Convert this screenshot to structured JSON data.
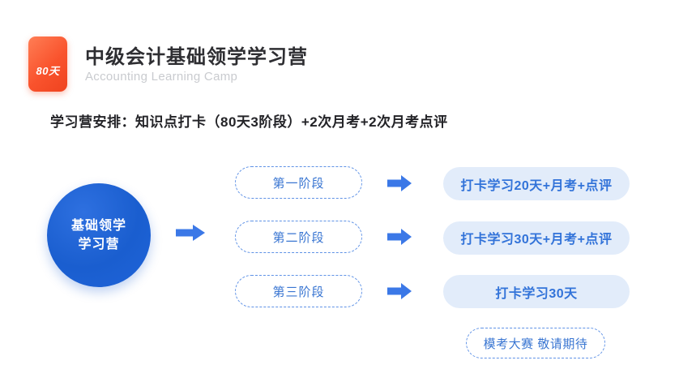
{
  "header": {
    "badge_label": "80天",
    "title": "中级会计基础领学学习营",
    "subtitle": "Accounting Learning Camp"
  },
  "intro": "学习营安排：知识点打卡（80天3阶段）+2次月考+2次月考点评",
  "diagram": {
    "camp": {
      "line1": "基础领学",
      "line2": "学习营"
    },
    "stages": [
      {
        "label": "第一阶段",
        "result": "打卡学习20天+月考+点评"
      },
      {
        "label": "第二阶段",
        "result": "打卡学习30天+月考+点评"
      },
      {
        "label": "第三阶段",
        "result": "打卡学习30天"
      }
    ],
    "footer_note": "模考大赛 敬请期待"
  },
  "colors": {
    "accent_blue": "#3b78e7",
    "circle_blue_dark": "#1a5ecf",
    "circle_blue_light": "#2e70e0",
    "pill_bg_light_blue": "#e2ecfa",
    "pill_text_blue": "#3273d9",
    "dashed_border_blue": "#5f92e6",
    "badge_orange_start": "#ff7e55",
    "badge_orange_end": "#ef431f",
    "title_dark": "#2e2e32",
    "subtitle_gray": "#c9cbcf"
  }
}
